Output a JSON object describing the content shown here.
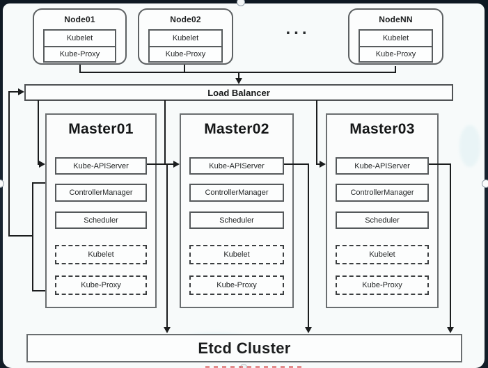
{
  "nodes": [
    {
      "title": "Node01",
      "components": [
        "Kubelet",
        "Kube-Proxy"
      ]
    },
    {
      "title": "Node02",
      "components": [
        "Kubelet",
        "Kube-Proxy"
      ]
    },
    {
      "title": "NodeNN",
      "components": [
        "Kubelet",
        "Kube-Proxy"
      ]
    }
  ],
  "ellipsis": {
    "label": "..."
  },
  "load_balancer": {
    "label": "Load Balancer"
  },
  "masters": [
    {
      "title": "Master01",
      "components": [
        "Kube-APIServer",
        "ControllerManager",
        "Scheduler",
        "Kubelet",
        "Kube-Proxy"
      ]
    },
    {
      "title": "Master02",
      "components": [
        "Kube-APIServer",
        "ControllerManager",
        "Scheduler",
        "Kubelet",
        "Kube-Proxy"
      ]
    },
    {
      "title": "Master03",
      "components": [
        "Kube-APIServer",
        "ControllerManager",
        "Scheduler",
        "Kubelet",
        "Kube-Proxy"
      ]
    }
  ],
  "etcd": {
    "label": "Etcd Cluster"
  },
  "colors": {
    "connector_line": "#1b1d1e",
    "box_border": "#55595b",
    "frame_background": "#14202b",
    "canvas_background": "#f7fafa",
    "watermark_red": "#d94f4f"
  }
}
